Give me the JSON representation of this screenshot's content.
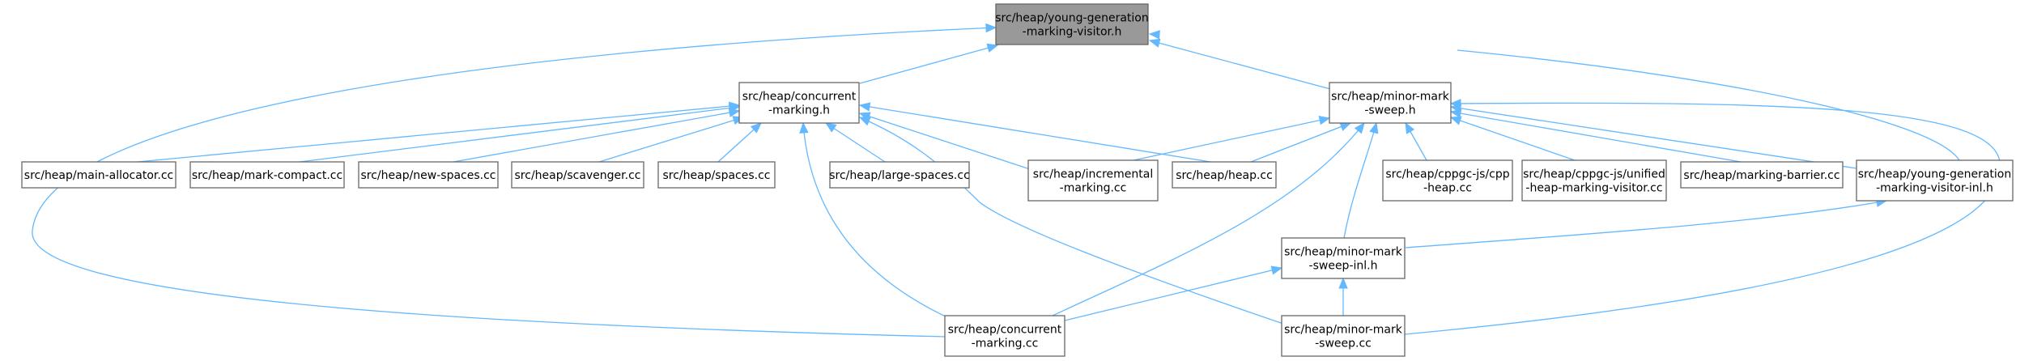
{
  "graph": {
    "nodes": [
      {
        "id": "root",
        "lines": [
          "src/heap/young-generation",
          "-marking-visitor.h"
        ],
        "highlight": true
      },
      {
        "id": "concurrent_h",
        "lines": [
          "src/heap/concurrent",
          "-marking.h"
        ]
      },
      {
        "id": "minor_h",
        "lines": [
          "src/heap/minor-mark",
          "-sweep.h"
        ]
      },
      {
        "id": "main_alloc",
        "lines": [
          "src/heap/main-allocator.cc"
        ]
      },
      {
        "id": "mark_compact",
        "lines": [
          "src/heap/mark-compact.cc"
        ]
      },
      {
        "id": "new_spaces",
        "lines": [
          "src/heap/new-spaces.cc"
        ]
      },
      {
        "id": "scavenger",
        "lines": [
          "src/heap/scavenger.cc"
        ]
      },
      {
        "id": "spaces",
        "lines": [
          "src/heap/spaces.cc"
        ]
      },
      {
        "id": "large_spaces",
        "lines": [
          "src/heap/large-spaces.cc"
        ]
      },
      {
        "id": "incremental",
        "lines": [
          "src/heap/incremental",
          "-marking.cc"
        ]
      },
      {
        "id": "heap_cc",
        "lines": [
          "src/heap/heap.cc"
        ]
      },
      {
        "id": "cpp_heap",
        "lines": [
          "src/heap/cppgc-js/cpp",
          "-heap.cc"
        ]
      },
      {
        "id": "unified",
        "lines": [
          "src/heap/cppgc-js/unified",
          "-heap-marking-visitor.cc"
        ]
      },
      {
        "id": "marking_barrier",
        "lines": [
          "src/heap/marking-barrier.cc"
        ]
      },
      {
        "id": "ygmv_inl",
        "lines": [
          "src/heap/young-generation",
          "-marking-visitor-inl.h"
        ]
      },
      {
        "id": "minor_inl",
        "lines": [
          "src/heap/minor-mark",
          "-sweep-inl.h"
        ]
      },
      {
        "id": "concurrent_cc",
        "lines": [
          "src/heap/concurrent",
          "-marking.cc"
        ]
      },
      {
        "id": "minor_cc",
        "lines": [
          "src/heap/minor-mark",
          "-sweep.cc"
        ]
      }
    ],
    "edges": [
      {
        "from": "concurrent_h",
        "to": "root"
      },
      {
        "from": "minor_h",
        "to": "root"
      },
      {
        "from": "ygmv_inl",
        "to": "root"
      },
      {
        "from": "concurrent_cc",
        "to": "root"
      },
      {
        "from": "main_alloc",
        "to": "concurrent_h"
      },
      {
        "from": "mark_compact",
        "to": "concurrent_h"
      },
      {
        "from": "new_spaces",
        "to": "concurrent_h"
      },
      {
        "from": "scavenger",
        "to": "concurrent_h"
      },
      {
        "from": "spaces",
        "to": "concurrent_h"
      },
      {
        "from": "large_spaces",
        "to": "concurrent_h"
      },
      {
        "from": "incremental",
        "to": "concurrent_h"
      },
      {
        "from": "heap_cc",
        "to": "concurrent_h"
      },
      {
        "from": "concurrent_cc",
        "to": "concurrent_h"
      },
      {
        "from": "minor_cc",
        "to": "concurrent_h"
      },
      {
        "from": "incremental",
        "to": "minor_h"
      },
      {
        "from": "heap_cc",
        "to": "minor_h"
      },
      {
        "from": "cpp_heap",
        "to": "minor_h"
      },
      {
        "from": "unified",
        "to": "minor_h"
      },
      {
        "from": "marking_barrier",
        "to": "minor_h"
      },
      {
        "from": "ygmv_inl",
        "to": "minor_h"
      },
      {
        "from": "minor_inl",
        "to": "minor_h"
      },
      {
        "from": "concurrent_cc",
        "to": "minor_h"
      },
      {
        "from": "minor_cc",
        "to": "minor_h"
      },
      {
        "from": "minor_inl",
        "to": "ygmv_inl"
      },
      {
        "from": "concurrent_cc",
        "to": "minor_inl"
      },
      {
        "from": "minor_cc",
        "to": "minor_inl"
      }
    ]
  }
}
